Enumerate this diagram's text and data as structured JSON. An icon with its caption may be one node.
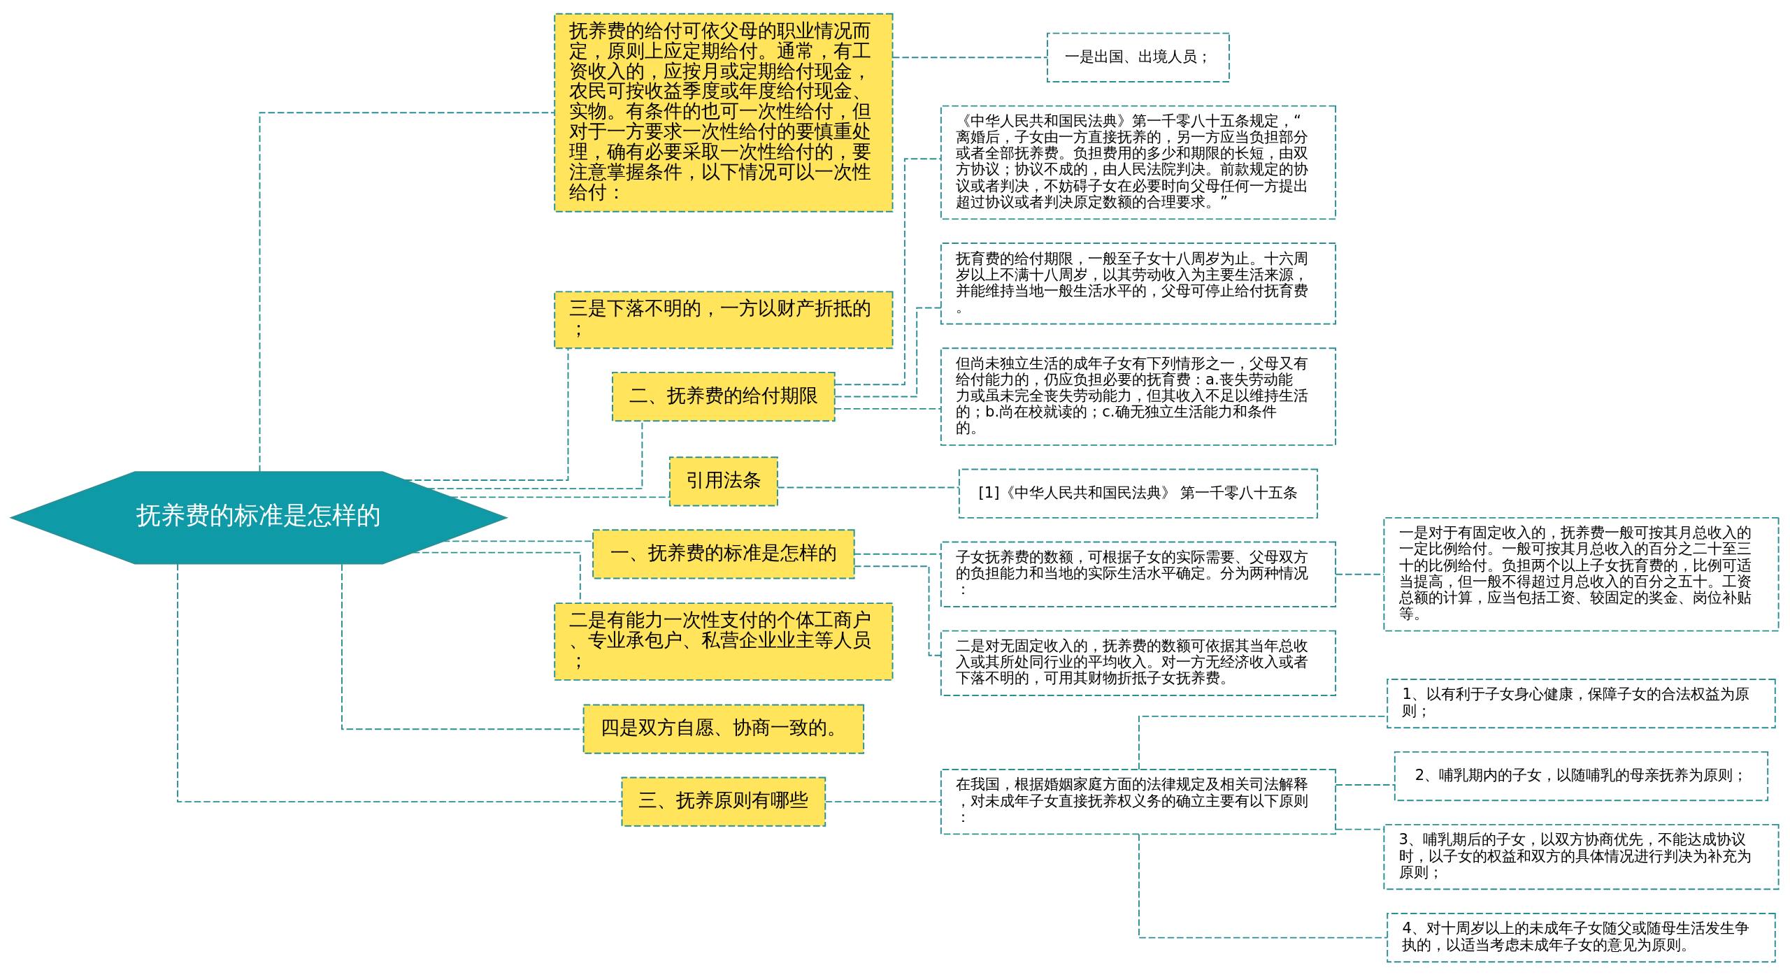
{
  "diagram": {
    "nodes": [
      {
        "text": [
          "抚养费的标准是怎样的"
        ]
      },
      {
        "text": [
          "抚养费的给付可依父母的职业情况而定，原则上应定期给付。通常，有工资收入的，应按月或定期给付现金，农民可按收益季度或年度给付现金、实物。有条件的也可一次性给付，但对于一方要求一次性给付的要慎重处理，确有必要采取一次性给付的，要注意掌握条件，以下情况可以一次性给付："
        ]
      },
      {
        "text": [
          "一是出国、出境人员；"
        ]
      },
      {
        "text": [
          "三是下落不明的，一方以财产折抵的；"
        ]
      },
      {
        "text": [
          "二、抚养费的给付期限"
        ]
      },
      {
        "text": [
          "《中华人民共和国民法典》第一千零八十五条规定，“离婚后，子女由一方直接抚养的，另一方应当负担部分或者全部抚养费。负担费用的多少和期限的长短，由双方协议；协议不成的，由人民法院判决。前款规定的协议或者判决，不妨碍子女在必要时向父母任何一方提出超过协议或者判决原定数额的合理要求。”"
        ]
      },
      {
        "text": [
          "抚育费的给付期限，一般至子女十八周岁为止。十六周岁以上不满十八周岁，以其劳动收入为主要生活来源，并能维持当地一般生活水平的，父母可停止给付抚育费。"
        ]
      },
      {
        "text": [
          "但尚未独立生活的成年子女有下列情形之一，父母又有给付能力的，仍应负担必要的抚育费：a.丧失劳动能力或虽未完全丧失劳动能力，但其收入不足以维持生活的；b.尚在校就读的；c.确无独立生活能力和条件的。"
        ]
      },
      {
        "text": [
          "引用法条"
        ]
      },
      {
        "text": [
          "[1]《中华人民共和国民法典》 第一千零八十五条"
        ]
      },
      {
        "text": [
          "一、抚养费的标准是怎样的"
        ]
      },
      {
        "text": [
          "子女抚养费的数额，可根据子女的实际需要、父母双方的负担能力和当地的实际生活水平确定。分为两种情况："
        ]
      },
      {
        "text": [
          "一是对于有固定收入的，抚养费一般可按其月总收入的一定比例给付。一般可按其月总收入的百分之二十至三十的比例给付。负担两个以上子女抚育费的，比例可适当提高，但一般不得超过月总收入的百分之五十。工资总额的计算，应当包括工资、较固定的奖金、岗位补贴等。"
        ]
      },
      {
        "text": [
          "二是对无固定收入的，抚养费的数额可依据其当年总收入或其所处同行业的平均收入。对一方无经济收入或者下落不明的，可用其财物折抵子女抚养费。"
        ]
      },
      {
        "text": [
          "二是有能力一次性支付的个体工商户、专业承包户、私营企业业主等人员；"
        ]
      },
      {
        "text": [
          "四是双方自愿、协商一致的。"
        ]
      },
      {
        "text": [
          "三、抚养原则有哪些"
        ]
      },
      {
        "text": [
          "在我国，根据婚姻家庭方面的法律规定及相关司法解释，对未成年子女直接抚养权义务的确立主要有以下原则："
        ]
      },
      {
        "text": [
          "1、以有利于子女身心健康，保障子女的合法权益为原则；"
        ]
      },
      {
        "text": [
          "2、哺乳期内的子女，以随哺乳的母亲抚养为原则；"
        ]
      },
      {
        "text": [
          "3、哺乳期后的子女，以双方协商优先，不能达成协议时，以子女的权益和双方的具体情况进行判决为补充为原则；"
        ]
      },
      {
        "text": [
          "4、对十周岁以上的未成年子女随父或随母生活发生争执的，以适当考虑未成年子女的意见为原则。"
        ]
      }
    ],
    "edges": [
      {
        "from": 0,
        "to": 1,
        "arrow": "none"
      },
      {
        "from": 1,
        "to": 2,
        "arrow": "none"
      },
      {
        "from": 0,
        "to": 3,
        "arrow": "none"
      },
      {
        "from": 0,
        "to": 4,
        "arrow": "none"
      },
      {
        "from": 4,
        "to": 5,
        "arrow": "none"
      },
      {
        "from": 4,
        "to": 6,
        "arrow": "none"
      },
      {
        "from": 4,
        "to": 7,
        "arrow": "none"
      },
      {
        "from": 0,
        "to": 8,
        "arrow": "none"
      },
      {
        "from": 8,
        "to": 9,
        "arrow": "none"
      },
      {
        "from": 0,
        "to": 10,
        "arrow": "none"
      },
      {
        "from": 10,
        "to": 11,
        "arrow": "none"
      },
      {
        "from": 11,
        "to": 12,
        "arrow": "none"
      },
      {
        "from": 10,
        "to": 13,
        "arrow": "none"
      },
      {
        "from": 0,
        "to": 14,
        "arrow": "none"
      },
      {
        "from": 0,
        "to": 15,
        "arrow": "none"
      },
      {
        "from": 0,
        "to": 16,
        "arrow": "none"
      },
      {
        "from": 16,
        "to": 17,
        "arrow": "none"
      },
      {
        "from": 17,
        "to": 18,
        "arrow": "none"
      },
      {
        "from": 17,
        "to": 19,
        "arrow": "none"
      },
      {
        "from": 17,
        "to": 20,
        "arrow": "none"
      },
      {
        "from": 17,
        "to": 21,
        "arrow": "none"
      }
    ]
  }
}
